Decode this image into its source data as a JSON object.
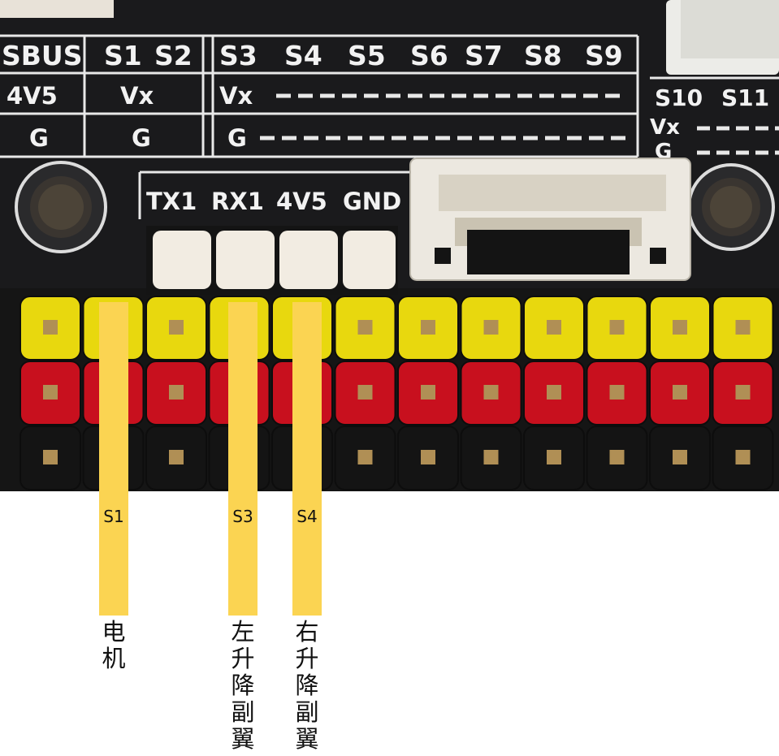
{
  "board": {
    "silk_row1": {
      "sbus": "SBUS",
      "s1": "S1",
      "s2": "S2",
      "s3": "S3",
      "s4": "S4",
      "s5": "S5",
      "s6": "S6",
      "s7": "S7",
      "s8": "S8",
      "s9": "S9"
    },
    "silk_row2": {
      "left": "4V5",
      "mid": "Vx",
      "right": "Vx"
    },
    "silk_row3": {
      "left": "G",
      "mid": "G",
      "right": "G"
    },
    "silk_right": {
      "s10": "S10",
      "s11": "S11",
      "vx": "Vx",
      "g": "G"
    },
    "uart": {
      "tx": "TX1",
      "rx": "RX1",
      "v": "4V5",
      "gnd": "GND"
    },
    "pin_columns": 12,
    "colors": {
      "signal": "#e8d80e",
      "power": "#c8101e",
      "ground": "#141414",
      "pcb": "#1a1a1c",
      "wire": "#fbd452"
    }
  },
  "wires": [
    {
      "label": "S1",
      "function": "电机"
    },
    {
      "label": "S3",
      "function": "左升降副翼"
    },
    {
      "label": "S4",
      "function": "右升降副翼"
    }
  ]
}
